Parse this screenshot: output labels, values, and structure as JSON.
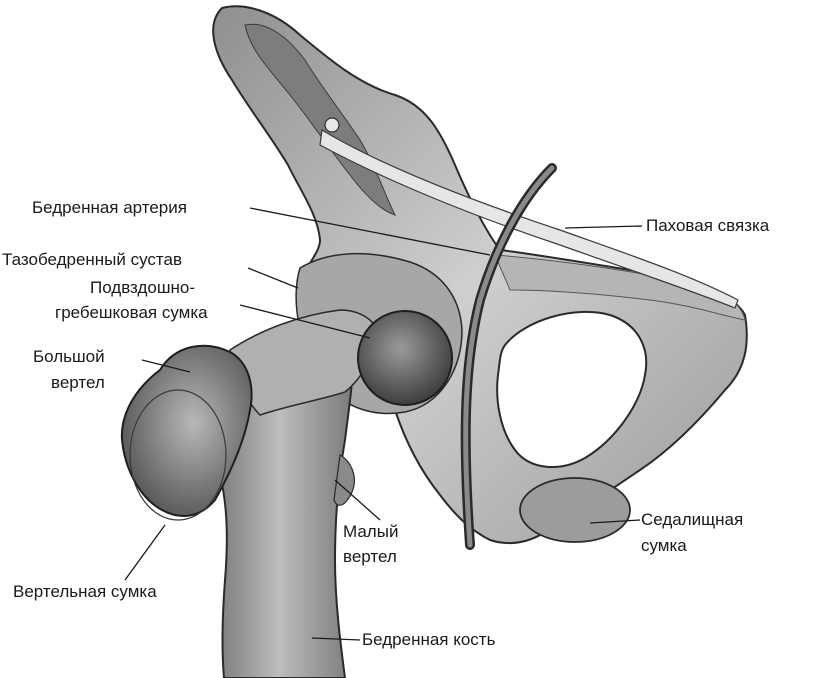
{
  "labels": {
    "femoral_artery": "Бедренная артерия",
    "inguinal_ligament": "Паховая связка",
    "hip_joint": "Тазобедренный сустав",
    "iliopectineal_bursa_line1": "Подвздошно-",
    "iliopectineal_bursa_line2": "гребешковая сумка",
    "greater_trochanter_line1": "Большой",
    "greater_trochanter_line2": "вертел",
    "lesser_trochanter_line1": "Малый",
    "lesser_trochanter_line2": "вертел",
    "ischial_bursa_line1": "Седалищная",
    "ischial_bursa_line2": "сумка",
    "trochanteric_bursa": "Вертельная сумка",
    "femur": "Бедренная кость"
  },
  "colors": {
    "bone_light": "#d9d9d9",
    "bone_mid": "#a9a9a9",
    "bone_dark": "#5e5e5e",
    "outline": "#2a2a2a",
    "text": "#1a1a1a"
  }
}
